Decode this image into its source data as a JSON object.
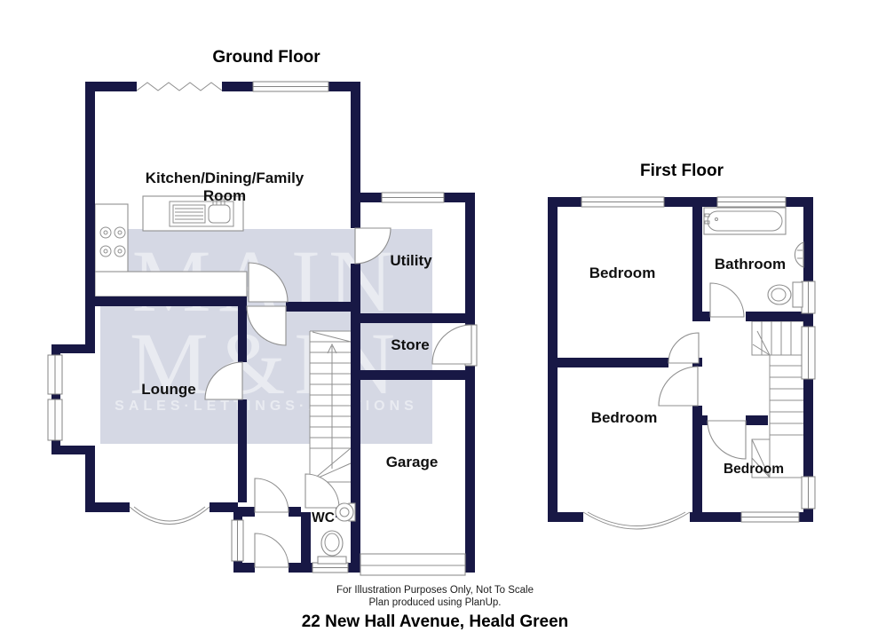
{
  "page": {
    "footer_line1": "For Illustration Purposes Only, Not To Scale",
    "footer_line2": "Plan produced using PlanUp.",
    "address": "22 New Hall Avenue, Heald Green"
  },
  "watermark": {
    "line1": "MAIN",
    "line2": "M&IN",
    "line3": "SALES·LETTINGS·AUCTIONS",
    "band_color": "#d5d8e4",
    "text_color": "#e9ebf1"
  },
  "colors": {
    "wall": "#181845",
    "line": "#848484",
    "label": "#101010"
  },
  "floors": {
    "ground": {
      "title": "Ground Floor",
      "rooms": {
        "kitchen_line1": "Kitchen/Dining/Family",
        "kitchen_line2": "Room",
        "utility": "Utility",
        "store": "Store",
        "lounge": "Lounge",
        "garage": "Garage",
        "wc": "WC"
      }
    },
    "first": {
      "title": "First Floor",
      "rooms": {
        "bedroom1": "Bedroom",
        "bathroom": "Bathroom",
        "bedroom2": "Bedroom",
        "bedroom3": "Bedroom"
      }
    }
  }
}
